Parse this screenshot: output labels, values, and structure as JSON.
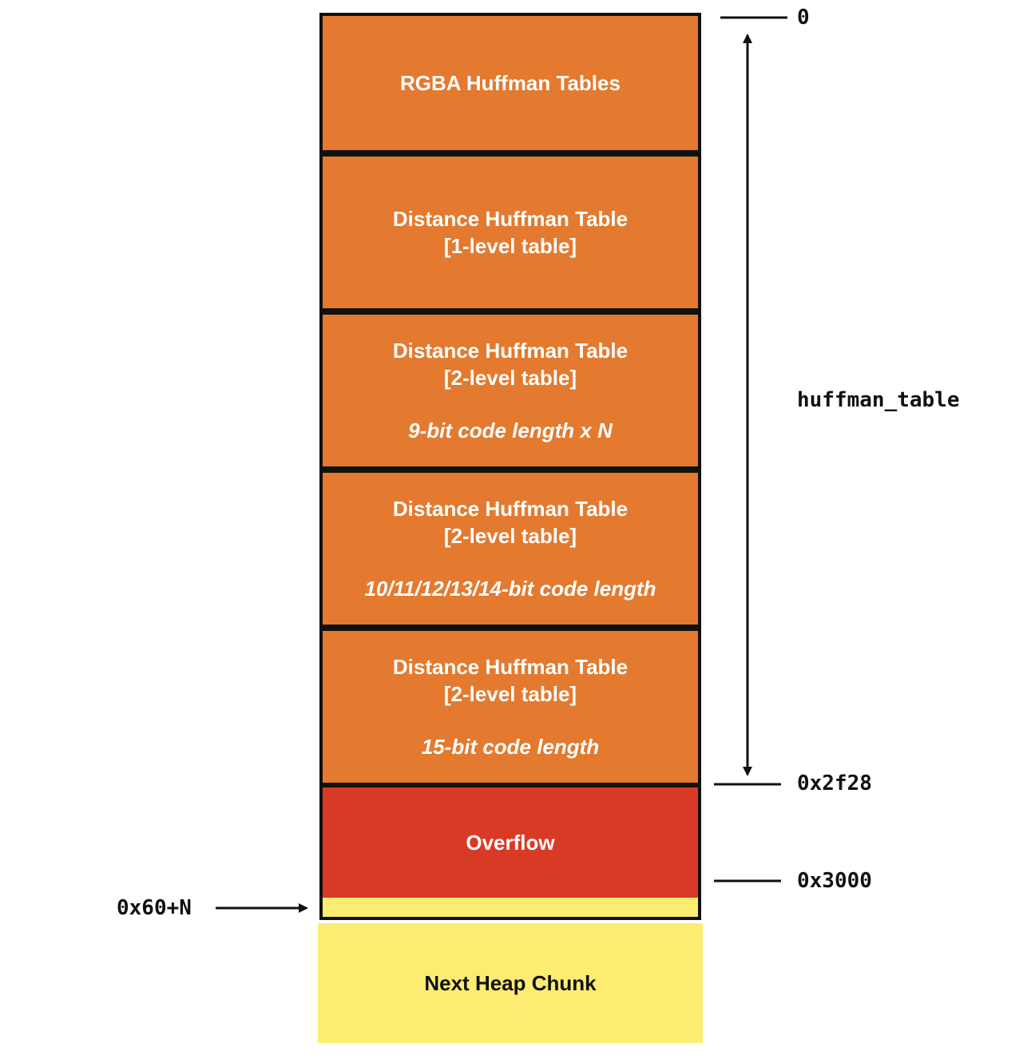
{
  "blocks": [
    {
      "title": "RGBA Huffman Tables"
    },
    {
      "title": "Distance Huffman Table",
      "subtitle": "[1-level table]"
    },
    {
      "title": "Distance Huffman Table",
      "subtitle": "[2-level table]",
      "note": "9-bit code length x N"
    },
    {
      "title": "Distance Huffman Table",
      "subtitle": "[2-level table]",
      "note": "10/11/12/13/14-bit code length"
    },
    {
      "title": "Distance Huffman Table",
      "subtitle": "[2-level table]",
      "note": "15-bit code length"
    }
  ],
  "overflow": {
    "label": "Overflow"
  },
  "next_chunk": {
    "label": "Next Heap Chunk"
  },
  "markers": {
    "start": "0",
    "end": "0x2f28",
    "alloc_end": "0x3000",
    "span_label": "huffman_table",
    "pointer": "0x60+N"
  },
  "colors": {
    "table_fill": "#e37a2f",
    "overflow_fill": "#d93a26",
    "next_chunk_fill": "#fcec72",
    "outline": "#111111"
  }
}
